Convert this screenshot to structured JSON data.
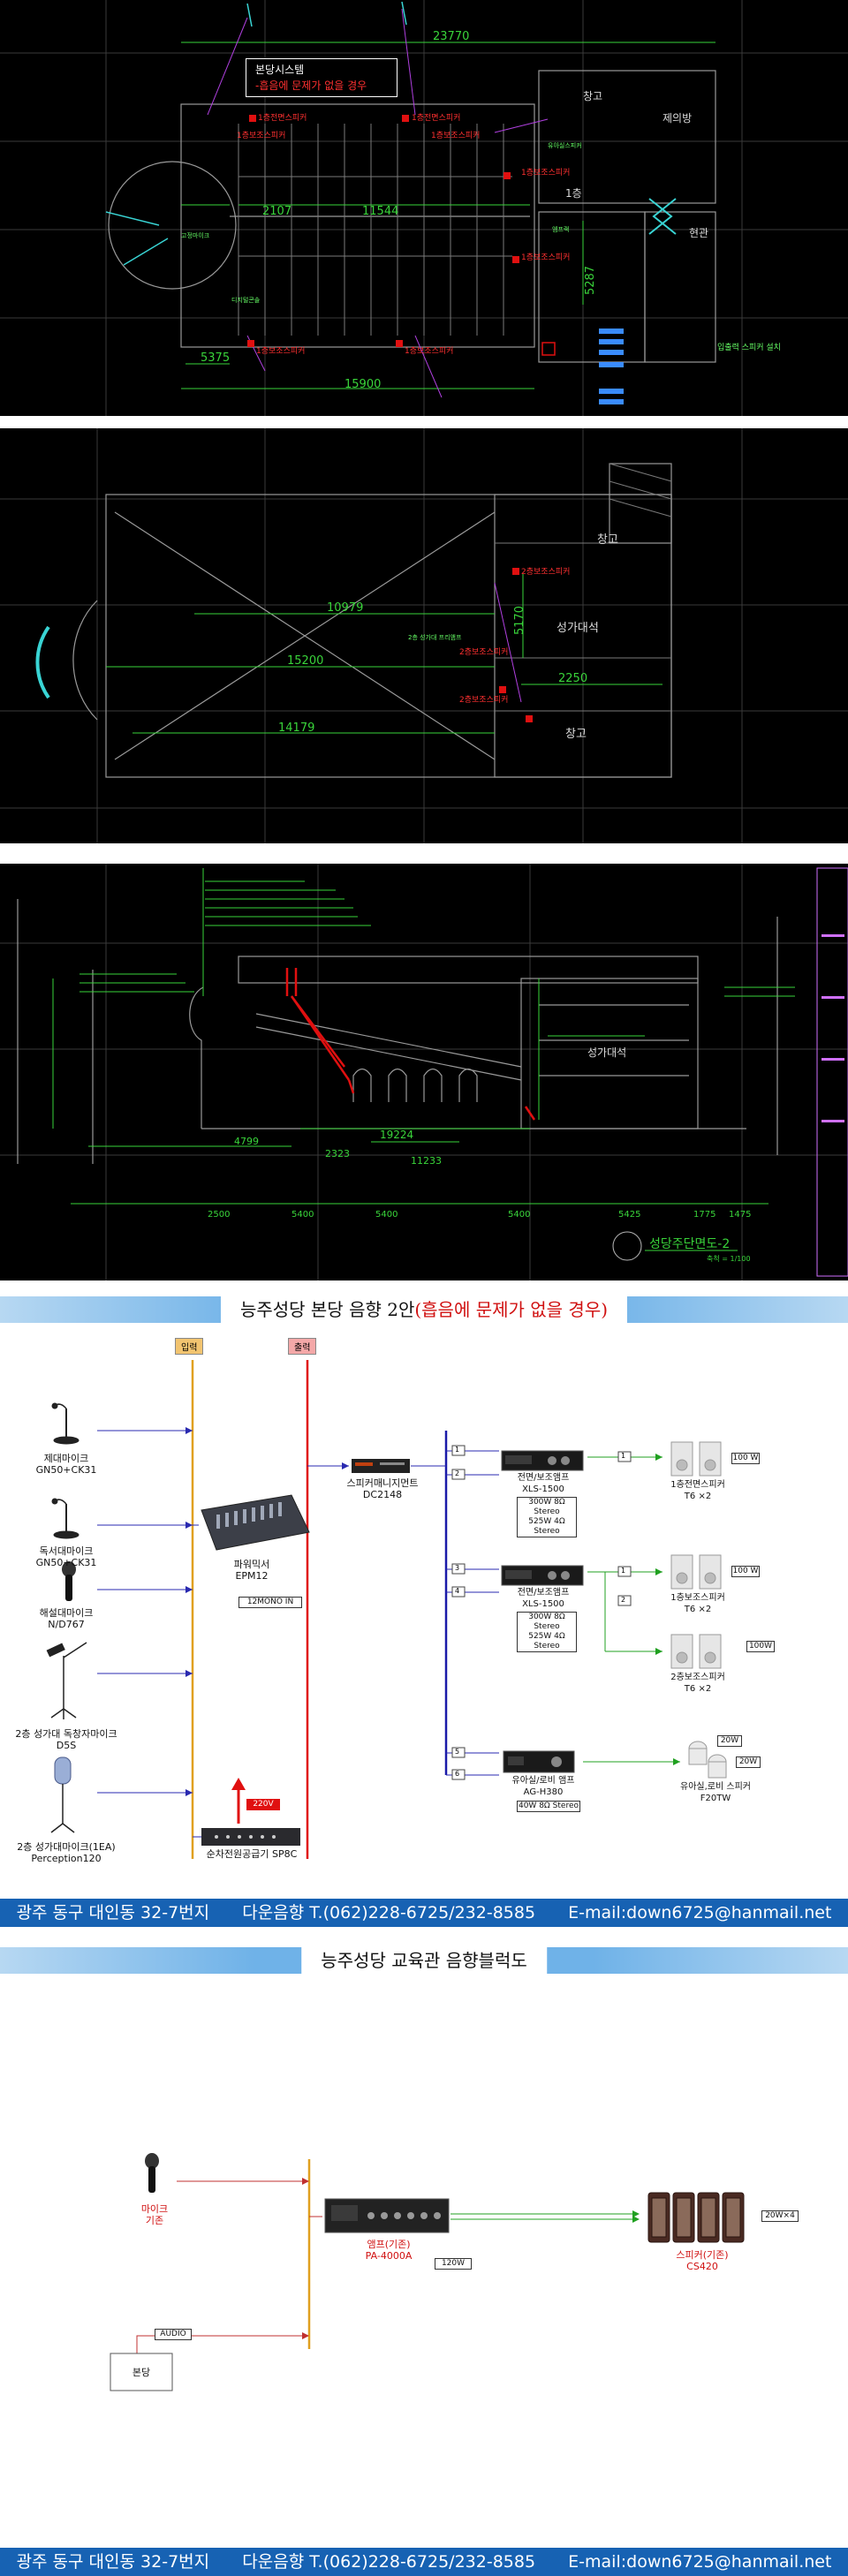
{
  "plan1": {
    "title_line1": "본당시스템",
    "title_line2": "-흡음에 문제가 없을 경우",
    "dims": [
      "23770",
      "2107",
      "11544",
      "5287",
      "5375",
      "15900"
    ],
    "room_labels": [
      "창고",
      "제의방",
      "1층",
      "현관"
    ],
    "speaker_tags": [
      "1층전면스피커",
      "1층전면스피커",
      "1층보조스피커",
      "1층보조스피커",
      "1층보조스피커",
      "1층보조스피커",
      "1층보조스피커",
      "1층보조스피커"
    ],
    "notes": [
      "고정마이크",
      "유아실스피커",
      "디지털콘솔",
      "엠프랙",
      "입출력 스피커 설치"
    ]
  },
  "plan2": {
    "dims": [
      "10979",
      "15200",
      "14179",
      "2250",
      "5170"
    ],
    "room_labels": [
      "창고",
      "성가대석",
      "창고"
    ],
    "speaker_tags": [
      "2층보조스피커",
      "2층보조스피커",
      "2층보조스피커"
    ],
    "notes": [
      "2층 성가대 프리앰프"
    ]
  },
  "section": {
    "title": "성당주단면도-2",
    "scale": "축척 = 1/100",
    "dims": [
      "4799",
      "19224",
      "2323",
      "11233",
      "2500",
      "5400",
      "5400",
      "5400",
      "5425",
      "1775",
      "1475"
    ],
    "notes": [
      "성가대석"
    ]
  },
  "block1": {
    "title_main": "능주성당 본당 음향 2안",
    "title_sub": "(흡음에 문제가 없을 경우)",
    "input_label": "입력",
    "output_label": "출력",
    "mics": [
      {
        "name": "제대마이크",
        "model": "GN50+CK31"
      },
      {
        "name": "독서대마이크",
        "model": "GN50+CK31"
      },
      {
        "name": "해설대마이크",
        "model": "N/D767"
      },
      {
        "name": "2층 성가대 독창자마이크",
        "model": "D5S"
      },
      {
        "name": "2층 성가대마이크(1EA)",
        "model": "Perception120"
      }
    ],
    "mixer": {
      "name": "파워믹서",
      "model": "EPM12",
      "note": "12MONO IN"
    },
    "processor": {
      "name": "스피커매니지먼트",
      "model": "DC2148"
    },
    "power": {
      "name": "순차전원공급기",
      "model": "SP8C",
      "voltage": "220V"
    },
    "amps": [
      {
        "name": "전면/보조앰프",
        "model": "XLS-1500",
        "spec1": "300W 8Ω Stereo",
        "spec2": "525W 4Ω Stereo"
      },
      {
        "name": "전면/보조앰프",
        "model": "XLS-1500",
        "spec1": "300W 8Ω Stereo",
        "spec2": "525W 4Ω Stereo"
      },
      {
        "name": "유아실/로비 앰프",
        "model": "AG-H380",
        "spec1": "40W 8Ω Stereo",
        "spec2": ""
      }
    ],
    "speakers": [
      {
        "name": "1층전면스피커",
        "model": "T6 ×2",
        "watt": "100 W"
      },
      {
        "name": "1층보조스피커",
        "model": "T6 ×2",
        "watt": "100 W"
      },
      {
        "name": "2층보조스피커",
        "model": "T6 ×2",
        "watt": "100W"
      },
      {
        "name": "유아실,로비 스피커",
        "model": "F20TW",
        "watt": "20W",
        "watt2": "20W"
      }
    ],
    "ch_numbers": [
      "1",
      "2",
      "3",
      "4",
      "5",
      "6",
      "1",
      "1",
      "2"
    ]
  },
  "footer": {
    "address": "광주 동구 대인동 32-7번지",
    "phone": "다운음향 T.(062)228-6725/232-8585",
    "email": "E-mail:down6725@hanmail.net"
  },
  "block2": {
    "title": "능주성당 교육관 음향블럭도",
    "mic": {
      "name": "마이크",
      "model": "기존"
    },
    "amp": {
      "name": "앰프(기존)",
      "model": "PA-4000A",
      "watt": "120W"
    },
    "speaker": {
      "name": "스피커(기존)",
      "model": "CS420",
      "watt": "20W×4"
    },
    "audio_label": "AUDIO",
    "source": "본당"
  },
  "colors": {
    "input_line": "#e0a020",
    "output_line": "#e01010",
    "bus_line": "#1a1aa8",
    "speaker_link": "#20a020",
    "cad_bg": "#000000",
    "footer_bar": "#1762b3"
  }
}
